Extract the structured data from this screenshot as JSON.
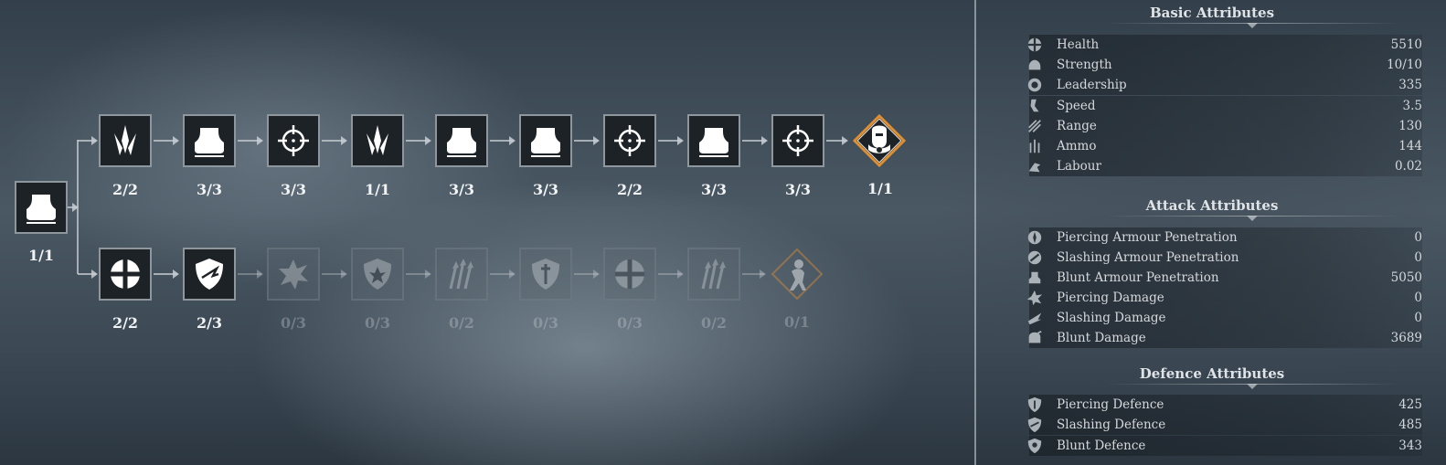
{
  "skill_tree": {
    "root": {
      "icon": "boot-icon",
      "level": "1/1"
    },
    "top_row": [
      {
        "icon": "spear-tip-icon",
        "level": "2/2"
      },
      {
        "icon": "boot-icon",
        "level": "3/3"
      },
      {
        "icon": "crosshair-icon",
        "level": "3/3"
      },
      {
        "icon": "spear-tip-icon",
        "level": "1/1"
      },
      {
        "icon": "boot-icon",
        "level": "3/3"
      },
      {
        "icon": "boot-icon",
        "level": "3/3"
      },
      {
        "icon": "crosshair-icon",
        "level": "2/2"
      },
      {
        "icon": "boot-icon",
        "level": "3/3"
      },
      {
        "icon": "crosshair-icon",
        "level": "3/3"
      }
    ],
    "top_capstone": {
      "icon": "warrior-helmet-icon",
      "level": "1/1"
    },
    "bottom_row": [
      {
        "icon": "health-cross-icon",
        "level": "2/2"
      },
      {
        "icon": "shield-slash-icon",
        "level": "2/3"
      },
      {
        "icon": "burst-icon",
        "level": "0/3"
      },
      {
        "icon": "shield-burst-icon",
        "level": "0/3"
      },
      {
        "icon": "arrows-up-icon",
        "level": "0/2"
      },
      {
        "icon": "shield-sword-icon",
        "level": "0/3"
      },
      {
        "icon": "health-cross-icon",
        "level": "0/3"
      },
      {
        "icon": "arrows-up-icon",
        "level": "0/2"
      }
    ],
    "bottom_capstone": {
      "icon": "charging-soldier-icon",
      "level": "0/1"
    }
  },
  "attributes": {
    "basic": {
      "title": "Basic Attributes",
      "rows": [
        {
          "icon": "health-icon",
          "label": "Health",
          "value": "5510"
        },
        {
          "icon": "strength-icon",
          "label": "Strength",
          "value": "10/10"
        },
        {
          "icon": "leadership-icon",
          "label": "Leadership",
          "value": "335"
        },
        {
          "icon": "speed-icon",
          "label": "Speed",
          "value": "3.5"
        },
        {
          "icon": "range-icon",
          "label": "Range",
          "value": "130"
        },
        {
          "icon": "ammo-icon",
          "label": "Ammo",
          "value": "144"
        },
        {
          "icon": "labour-icon",
          "label": "Labour",
          "value": "0.02"
        }
      ]
    },
    "attack": {
      "title": "Attack Attributes",
      "rows": [
        {
          "icon": "piercing-pen-icon",
          "label": "Piercing Armour Penetration",
          "value": "0"
        },
        {
          "icon": "slashing-pen-icon",
          "label": "Slashing Armour Penetration",
          "value": "0"
        },
        {
          "icon": "blunt-pen-icon",
          "label": "Blunt Armour Penetration",
          "value": "5050"
        },
        {
          "icon": "piercing-damage-icon",
          "label": "Piercing Damage",
          "value": "0"
        },
        {
          "icon": "slashing-damage-icon",
          "label": "Slashing Damage",
          "value": "0"
        },
        {
          "icon": "blunt-damage-icon",
          "label": "Blunt Damage",
          "value": "3689"
        }
      ]
    },
    "defence": {
      "title": "Defence Attributes",
      "rows": [
        {
          "icon": "piercing-defence-icon",
          "label": "Piercing Defence",
          "value": "425"
        },
        {
          "icon": "slashing-defence-icon",
          "label": "Slashing Defence",
          "value": "485"
        },
        {
          "icon": "blunt-defence-icon",
          "label": "Blunt Defence",
          "value": "343"
        }
      ]
    }
  }
}
